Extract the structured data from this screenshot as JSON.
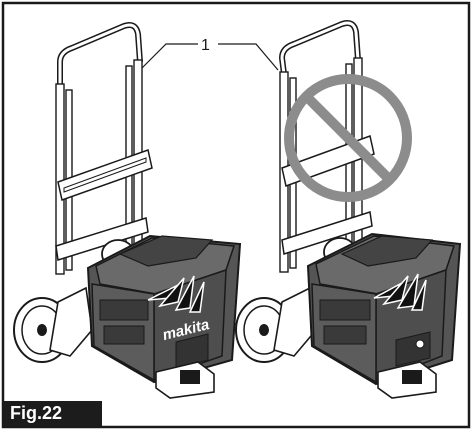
{
  "figure": {
    "label": "Fig.22",
    "callout_number": "1",
    "brand_text": "makita"
  },
  "colors": {
    "border": "#1a1a1a",
    "case_body": "#555555",
    "case_dark": "#333333",
    "prohibition": "#8c8c8c",
    "label_bg": "#1c1c1c"
  },
  "icons": [
    "prohibition-icon",
    "click-indicator-icon"
  ]
}
